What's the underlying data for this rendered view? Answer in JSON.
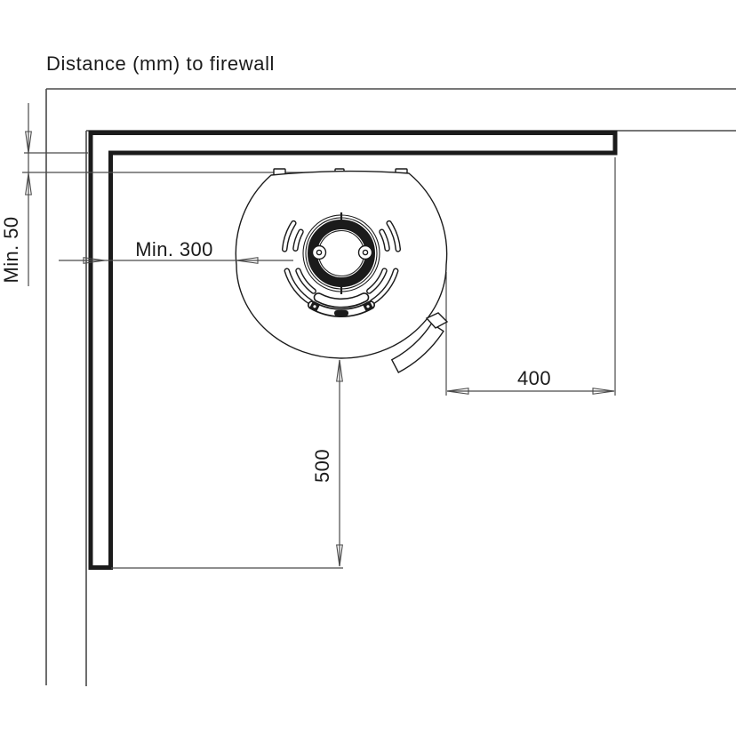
{
  "title": "Distance (mm) to firewall",
  "colors": {
    "ink": "#1b1b1b",
    "thin_line": "#4a4a4a",
    "background": "#ffffff"
  },
  "dimensions": {
    "stove_top_to_firewall": {
      "label": "Min. 50",
      "value_mm": 50,
      "is_minimum": true
    },
    "stove_side_to_firewall": {
      "label": "Min. 300",
      "value_mm": 300,
      "is_minimum": true
    },
    "firewall_extension_right_of_stove": {
      "label": "400",
      "value_mm": 400
    },
    "firewall_extension_below_stove": {
      "label": "500",
      "value_mm": 500
    }
  }
}
